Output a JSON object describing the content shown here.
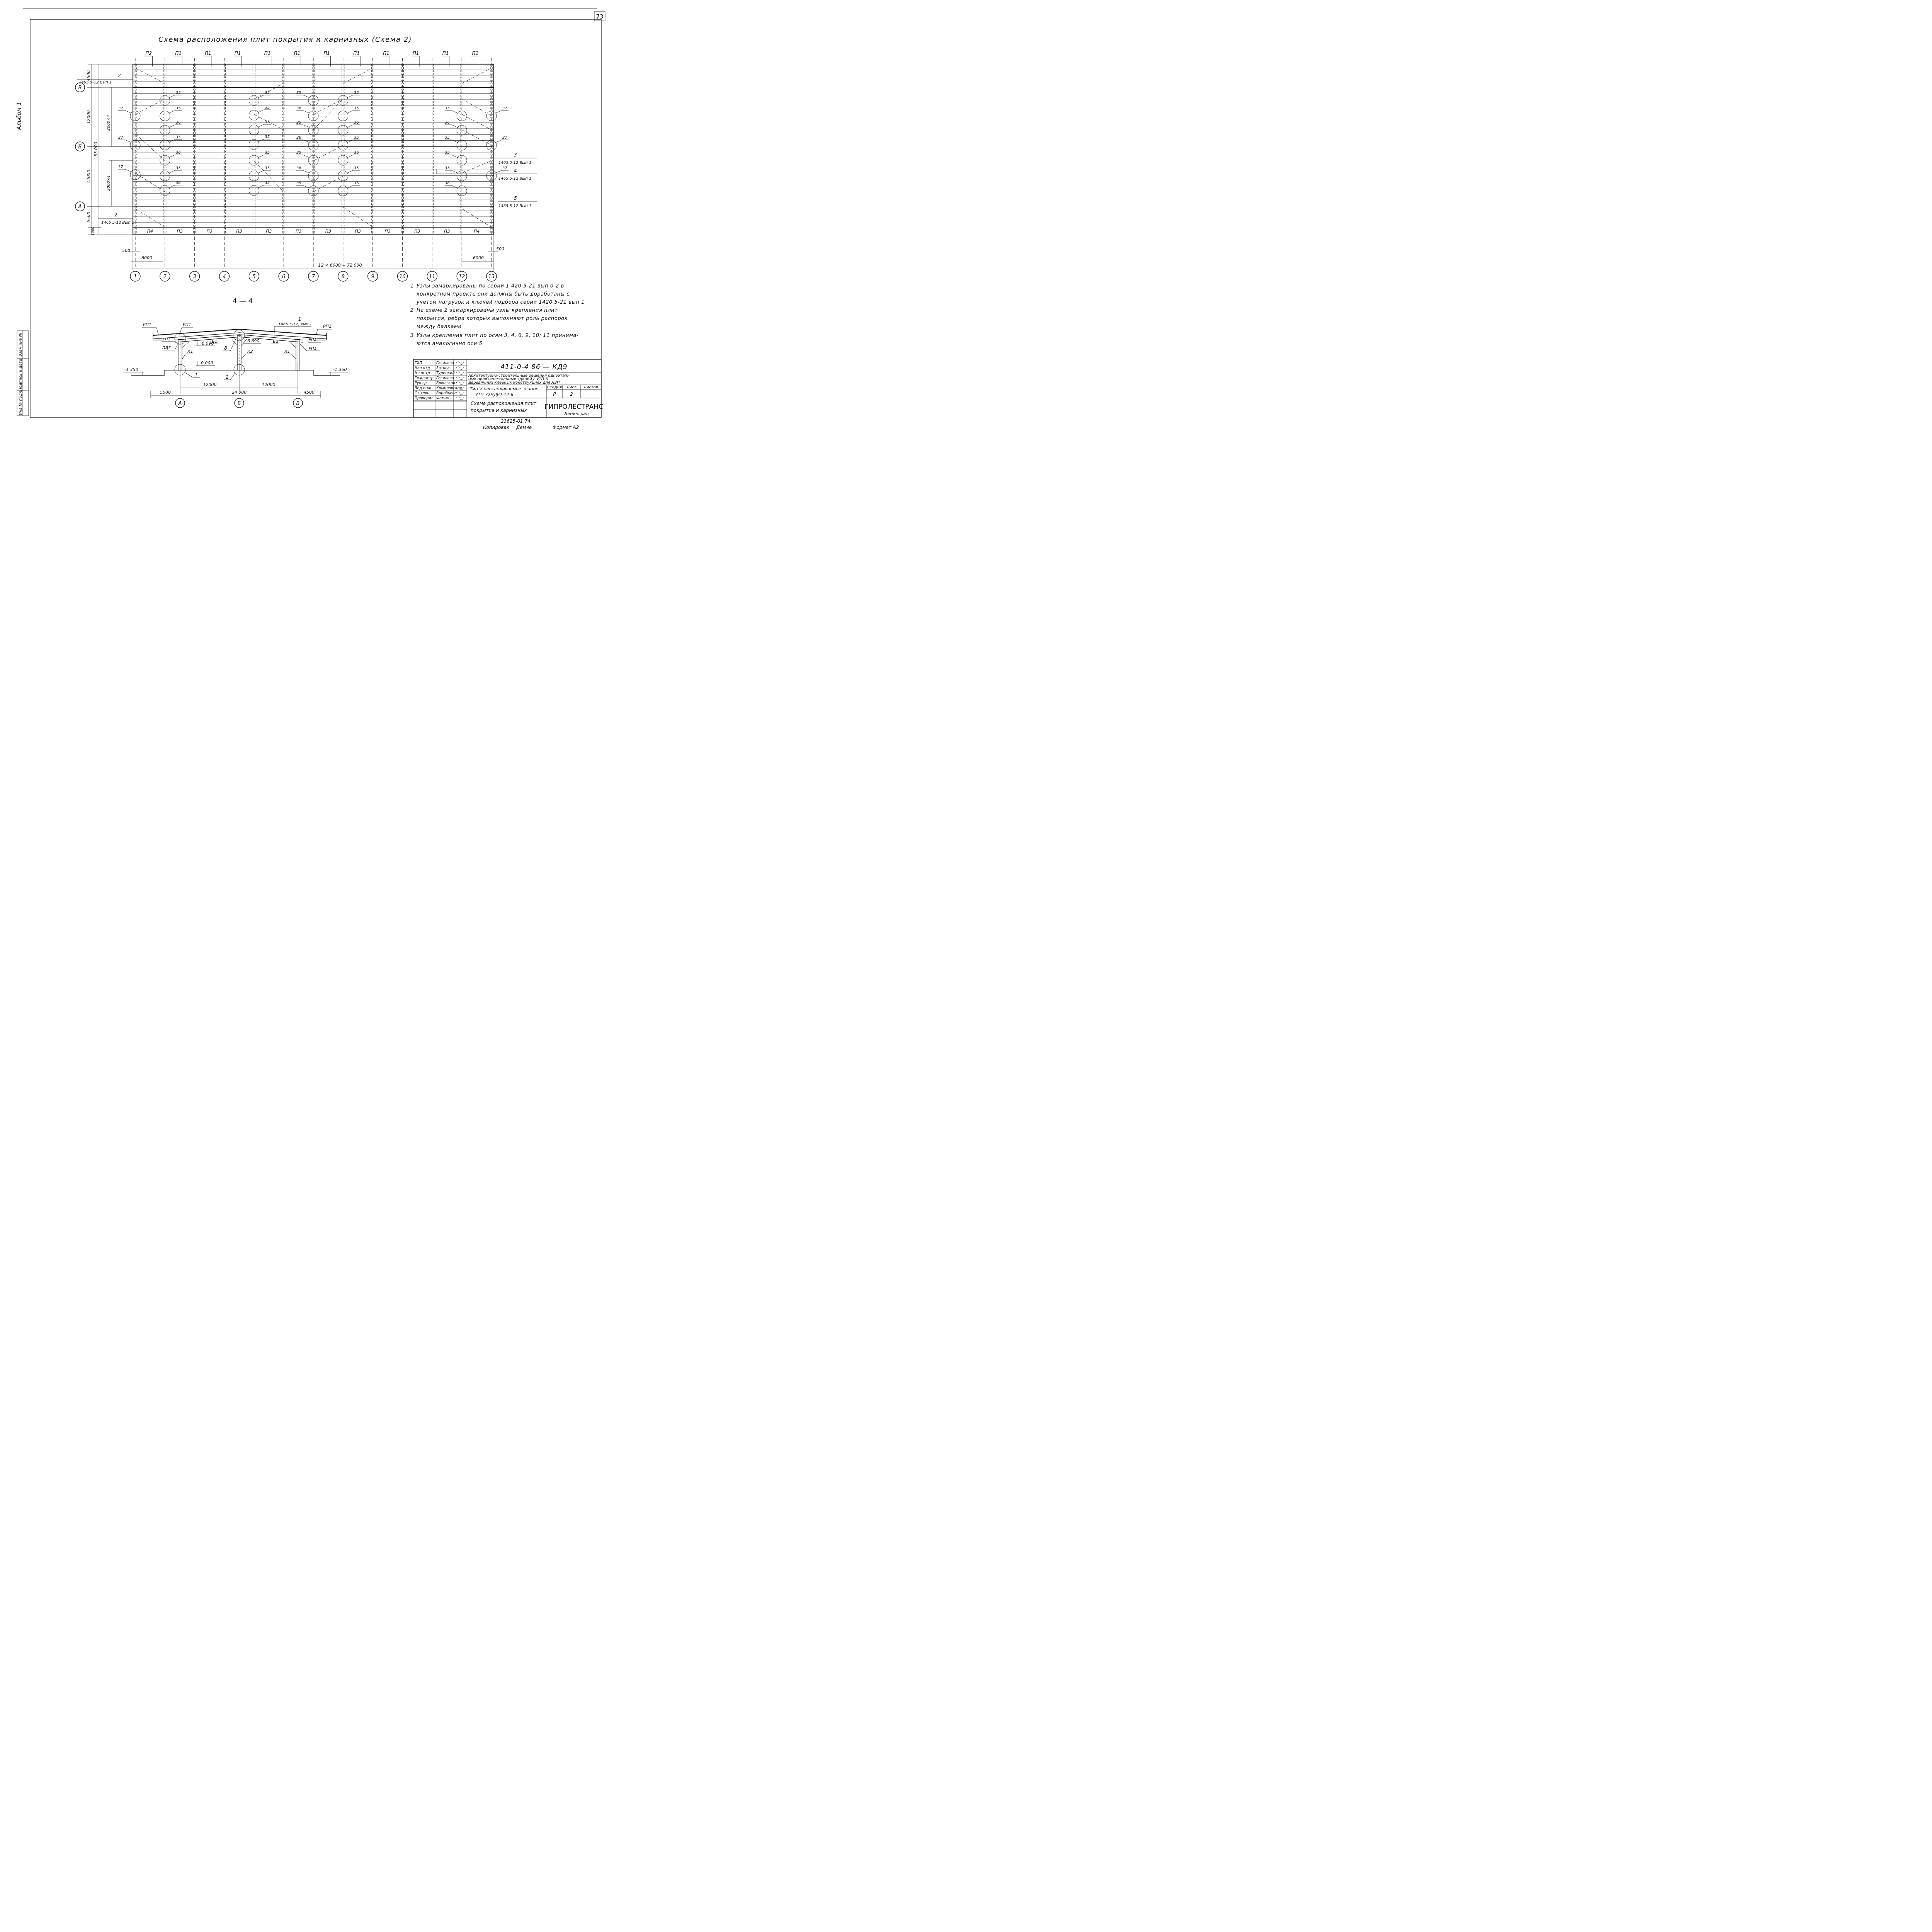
{
  "sheet_number": "73",
  "album_label": "Альбом 1",
  "scheme": {
    "title": "Схема расположения плит покрытия и карнизных (Схема 2)",
    "top_slab_labels": [
      "П2",
      "П1",
      "П1",
      "П1",
      "П1",
      "П1",
      "П1",
      "П1",
      "П1",
      "П1",
      "П1",
      "П2"
    ],
    "bottom_slab_labels": [
      "П4",
      "П3",
      "П3",
      "П3",
      "П3",
      "П3",
      "П3",
      "П3",
      "П3",
      "П3",
      "П3",
      "П4"
    ],
    "column_axes": [
      "1",
      "2",
      "3",
      "4",
      "5",
      "6",
      "7",
      "8",
      "9",
      "10",
      "11",
      "12",
      "13"
    ],
    "row_axes": [
      "В",
      "Б",
      "А"
    ],
    "left_dims": [
      "4500",
      "12000",
      "12000",
      "5500",
      "1000"
    ],
    "overall_dim": "33 000",
    "span_dim_1": "3000×4",
    "span_dim_2": "3000×4",
    "bottom_dims": {
      "left_offset": "500",
      "right_offset": "500",
      "first_bay": "6000",
      "last_bay": "6000",
      "overall": "12 × 6000 = 72 000"
    },
    "callouts": [
      {
        "num": "2",
        "ref": "1465 5-12 Вып 1"
      },
      {
        "num": "2",
        "ref": "1465 5-12 Вып 1"
      },
      {
        "num": "3",
        "ref": "1465 5-12 Вып 1"
      },
      {
        "num": "4",
        "ref": "1465 5-12 Вып 1"
      },
      {
        "num": "5",
        "ref": "1465 5-12 Вып 1"
      }
    ],
    "node_marks": {
      "m35": "35",
      "m36": "36",
      "m37": "37"
    }
  },
  "section": {
    "title": "4 — 4",
    "labels": {
      "rp1_a": "РП1",
      "rp1_b": "РП1",
      "rp1_c": "РП1",
      "rp1_d": "РП1",
      "rp1_e": "РП1",
      "rp1_f": "РП1",
      "pd7": "ПД7",
      "b1": "Б1",
      "b2": "Б2",
      "k1_a": "К1",
      "k2": "К2",
      "k1_b": "К1",
      "node8": "8",
      "node1": "1",
      "node2": "2",
      "callout_num": "1",
      "callout_ref": "1465 5-12, вып 1",
      "lvl_a": "6.090",
      "lvl_b": "6 690",
      "lvl_c": "0,000",
      "lvl_d": "-1 350",
      "lvl_e": "-1,350",
      "dim_12000_a": "12000",
      "dim_12000_b": "12000",
      "dim_5500": "5500",
      "dim_24000": "24 000",
      "dim_4500": "4500",
      "axis_a": "А",
      "axis_b": "Б",
      "axis_c": "В"
    }
  },
  "notes": [
    {
      "num": "1",
      "lines": [
        "Узлы замаркированы по серии 1 420 5-21 вып 0-2 в",
        "конкретном проекте они должны быть доработаны с",
        "учетом нагрузок и ключей подбора серии 1420 5-21 вып 1"
      ]
    },
    {
      "num": "2",
      "lines": [
        "На схеме 2 замаркированы узлы крепления плит",
        "покрытия, ребра которых выполняют роль распорок",
        "между балками"
      ]
    },
    {
      "num": "3",
      "lines": [
        "Узлы крепления плит по осям 3, 4, 6, 9, 10; 11 принима-",
        "ются аналогично оси 5"
      ]
    }
  ],
  "side_stamp": [
    "Инв № подл",
    "Подпись и дата",
    "Взам инв №"
  ],
  "title_block": {
    "roles": [
      {
        "role": "ГИП",
        "name": "Гасилова"
      },
      {
        "role": "Нач отд",
        "name": "Зотова"
      },
      {
        "role": "Н.контр",
        "name": "Турецкий"
      },
      {
        "role": "Гл.констр",
        "name": "Гасилова"
      },
      {
        "role": "Рук гр",
        "name": "Брюльгарт"
      },
      {
        "role": "Вед.инж",
        "name": "Хрыпловская"
      },
      {
        "role": "Ст техн",
        "name": "Воробьева"
      },
      {
        "role": "Проверил",
        "name": "Фомин"
      }
    ],
    "code": "411-0-4 86 — КД9",
    "description": [
      "Архитектурно-строительные решения одноэтаж-",
      "ных производственных зданий с УТП-6",
      "деревянных клееных конструкциях для ЛЗП"
    ],
    "object_line_1": "Тип V неотапливаемое здание",
    "object_line_2": "УТП 72НДР2-12-6",
    "sheet_title": [
      "Схема расположения плит",
      "покрытия и карнизных"
    ],
    "stage_header": "Стадия",
    "sheet_header": "Лист",
    "sheets_header": "Листов",
    "stage": "Р",
    "sheet": "2",
    "org": "ГИПРОЛЕСТРАНС",
    "city": "Ленинград"
  },
  "doc_number": "23625-01 74",
  "copied_label": "Копировал",
  "copier": "Демче",
  "format_label": "Формат А2"
}
